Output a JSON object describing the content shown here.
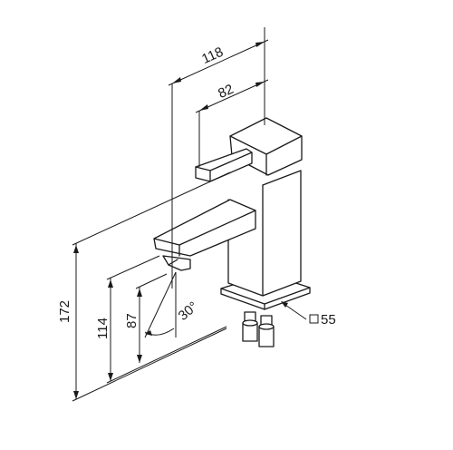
{
  "drawing": {
    "dimensions": {
      "overall_depth": "118",
      "handle_depth": "82",
      "total_height": "172",
      "spout_height": "114",
      "spout_outlet_height": "87",
      "handle_angle": "30°",
      "base_size": "□ 55"
    }
  }
}
